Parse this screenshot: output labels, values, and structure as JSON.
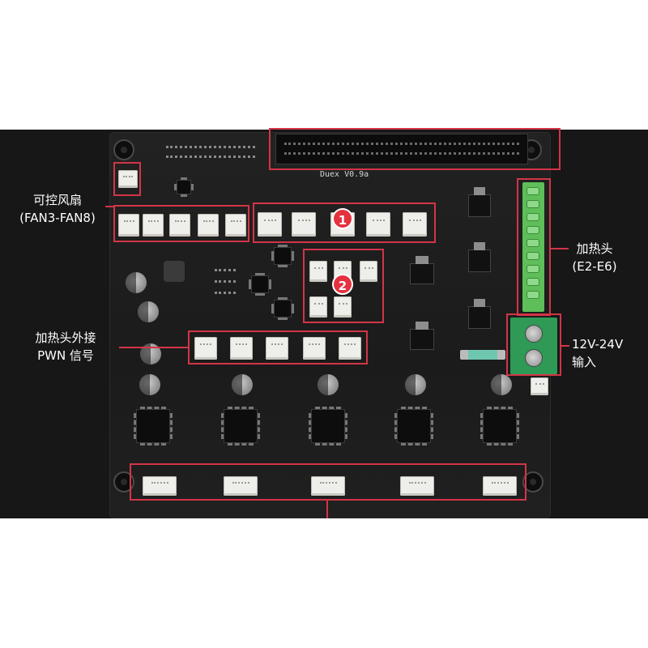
{
  "board": {
    "silkscreen_title": "Duex V0.9a"
  },
  "annotations": {
    "fan_label_line1": "可控风扇",
    "fan_label_line2": "(FAN3-FAN8)",
    "heater_label_line1": "加热头",
    "heater_label_line2": "(E2-E6)",
    "pwm_label_line1": "加热头外接",
    "pwm_label_line2": "PWN 信号",
    "power_label_line1": "12V-24V",
    "power_label_line2": "输入"
  },
  "badges": {
    "endstops_number": "1",
    "thermistors_number": "2"
  },
  "colors": {
    "highlight": "#d23547",
    "badge": "#e4323f",
    "pcb": "#1e1e1e",
    "terminal_green": "#5ebe5a"
  }
}
